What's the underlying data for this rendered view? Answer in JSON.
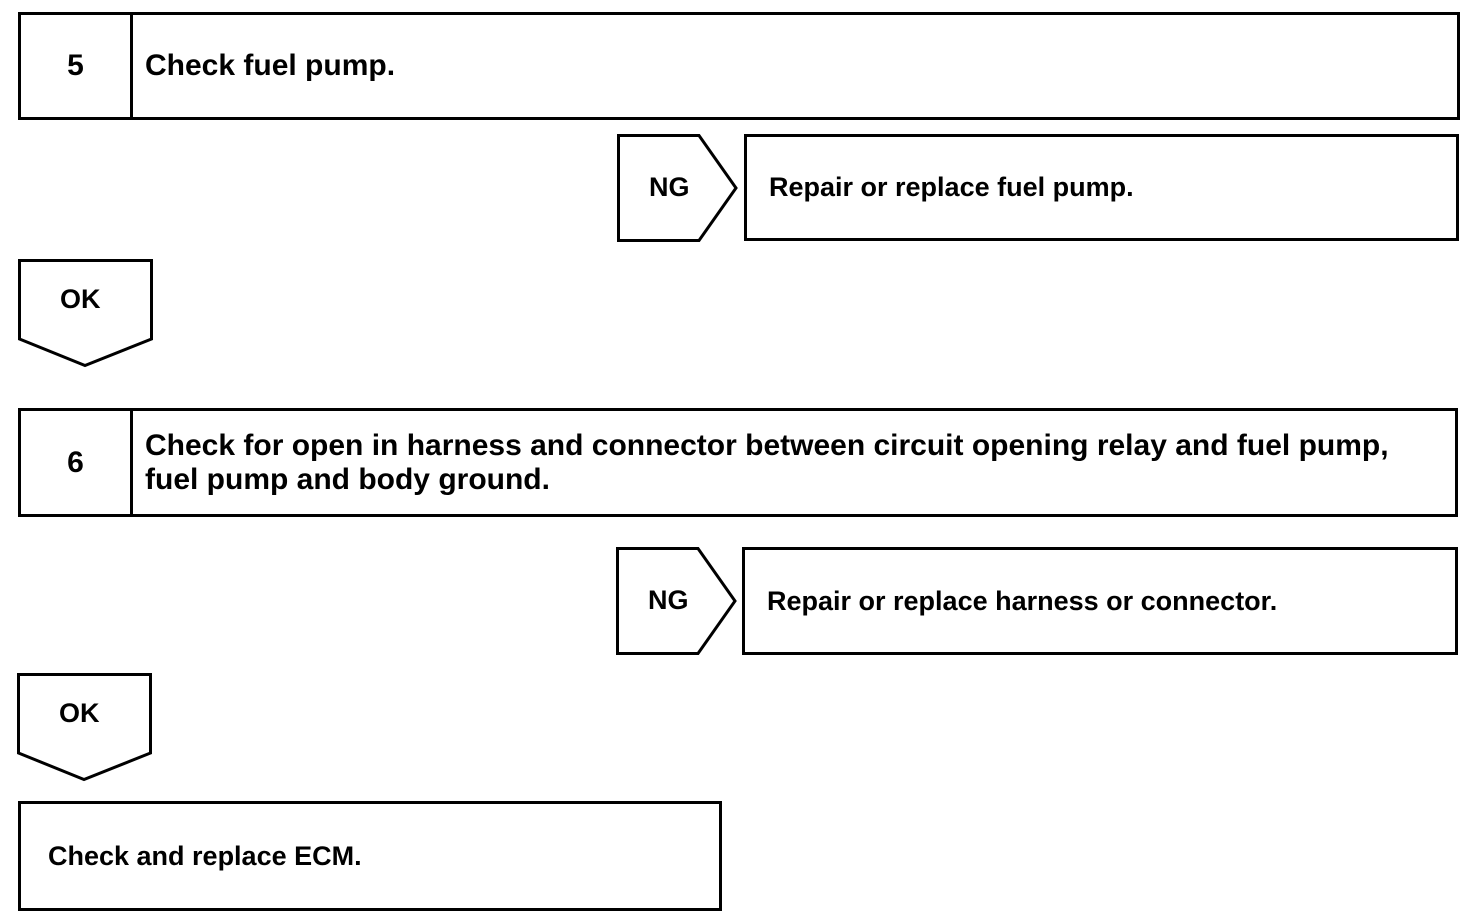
{
  "steps": [
    {
      "number": "5",
      "text": "Check fuel pump.",
      "ng_label": "NG",
      "ng_action": "Repair or replace fuel pump.",
      "ok_label": "OK"
    },
    {
      "number": "6",
      "text": "Check for open in harness and connector between circuit opening relay and fuel pump, fuel pump and body ground.",
      "ng_label": "NG",
      "ng_action": "Repair or replace harness or connector.",
      "ok_label": "OK"
    }
  ],
  "final_action": "Check and replace ECM."
}
